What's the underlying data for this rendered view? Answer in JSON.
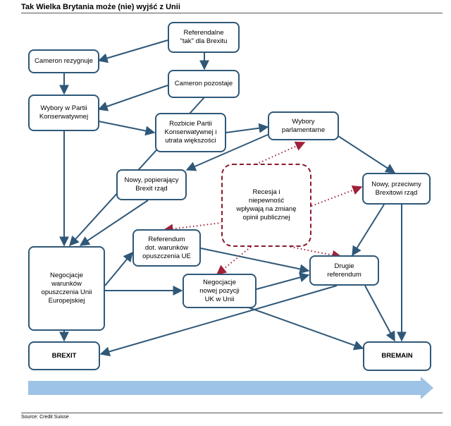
{
  "title": "Tak Wielka Brytania może (nie) wyjść z Unii",
  "source": "Source: Credit Suisse",
  "colors": {
    "box_border": "#2f5878",
    "arrow": "#2f5878",
    "dotted_arrow": "#a0203a",
    "bar": "#9dc3e6"
  },
  "nodes": {
    "referendum_tak": "Referendalne\n\"tak\" dla Brexitu",
    "cameron_rezygnuje": "Cameron rezygnuje",
    "cameron_pozostaje": "Cameron pozostaje",
    "wybory_w_partii": "Wybory w Partii\nKonserwatywnej",
    "rozbicie_partii": "Rozbicie Partii\nKonserwatywnej i\nutrata większości",
    "wybory_parlamentarne": "Wybory\nparlamentarne",
    "rzad_popierajacy": "Nowy, popierający\nBrexit rząd",
    "recesja": "Recesja i\nniepewność\nwpływają na zmianę\nopinii publicznej",
    "rzad_przeciwny": "Nowy, przeciwny\nBrexitowi rząd",
    "referendum_warunkow": "Referendum\ndot. warunków\nopuszczenia UE",
    "negocjacje_warunkow": "Negocjacje\nwarunków\nopuszczenia Unii\nEuropejskiej",
    "drugie_referendum": "Drugie\nreferendum",
    "negocjacje_pozycji": "Negocjacje\nnowej pozycji\nUK w Unii",
    "brexit": "BREXIT",
    "bremain": "BREMAIN"
  }
}
